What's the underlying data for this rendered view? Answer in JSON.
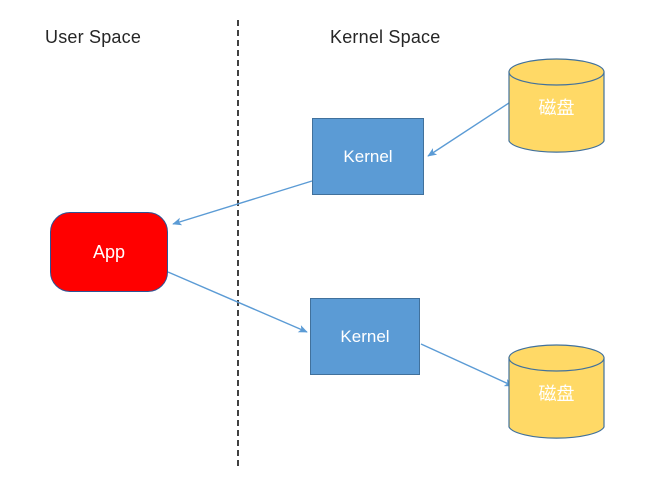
{
  "diagram": {
    "title_left": "User Space",
    "title_right": "Kernel Space",
    "colors": {
      "app_fill": "#FF0000",
      "kernel_fill": "#5B9BD5",
      "disk_fill": "#FFD966",
      "arrow": "#5B9BD5",
      "divider": "#404040",
      "label_text": "#262626",
      "shape_text": "#FFFFFF"
    },
    "nodes": {
      "app": {
        "label": "App"
      },
      "kernel_top": {
        "label": "Kernel"
      },
      "kernel_bottom": {
        "label": "Kernel"
      },
      "disk_top": {
        "label": "磁盘"
      },
      "disk_bottom": {
        "label": "磁盘"
      }
    }
  }
}
